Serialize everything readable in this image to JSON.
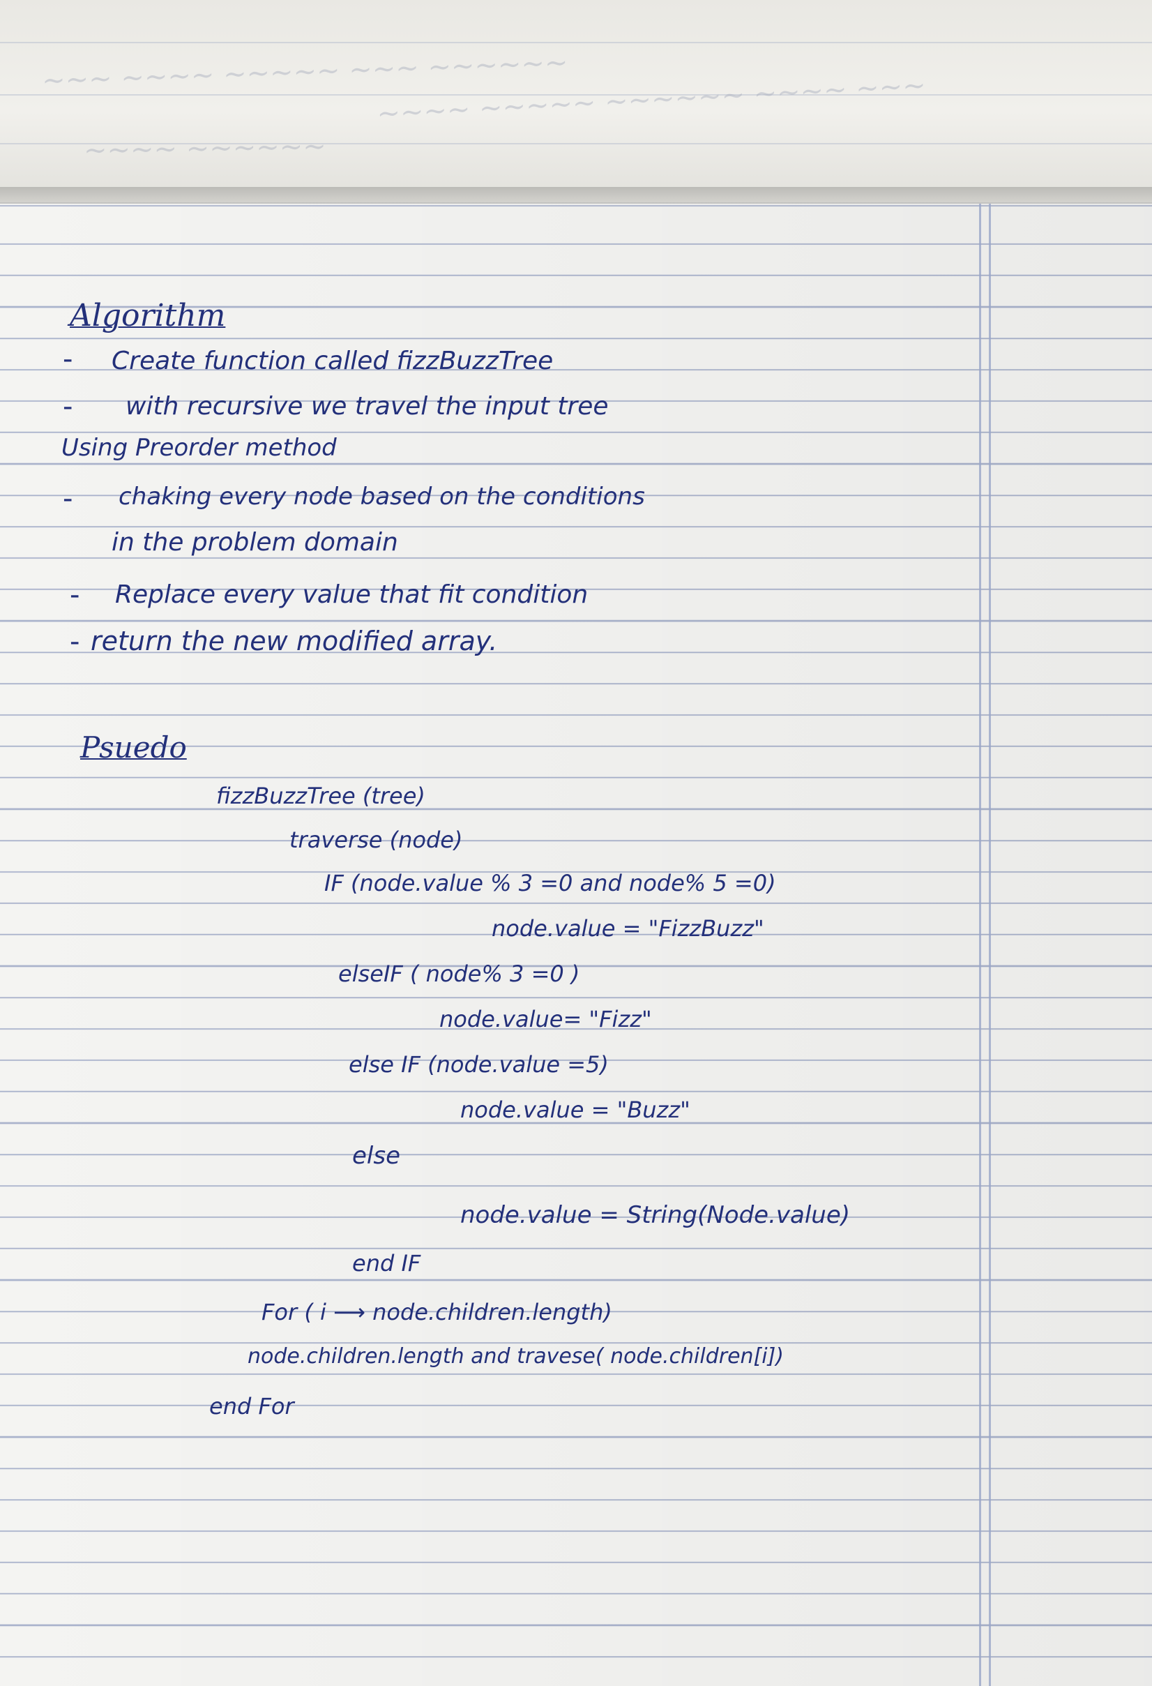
{
  "algorithm": {
    "heading": "Algorithm",
    "lines": [
      "Create   function   called   fizzBuzzTree",
      "with   recursive   we travel the input tree",
      "Using  Preorder  method",
      "chaking every  node based  on  the  conditions",
      "in the problem domain",
      "Replace  every   value   that fit  condition",
      "return   the   new  modified  array."
    ]
  },
  "pseudo": {
    "heading": "Psuedo",
    "lines": [
      "fizzBuzzTree (tree)",
      "traverse (node)",
      "IF (node.value % 3 =0 and node% 5 =0)",
      "node.value = \"FizzBuzz\"",
      "elseIF ( node% 3 =0 )",
      "node.value= \"Fizz\"",
      "else IF  (node.value =5)",
      "node.value = \"Buzz\"",
      "else",
      "node.value = String(Node.value)",
      "end IF",
      "For (    i ⟶ node.children.length)",
      "node.children.length and travese( node.children[i])",
      "end For"
    ]
  }
}
